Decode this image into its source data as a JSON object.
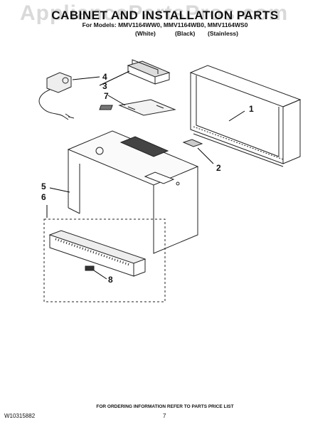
{
  "page": {
    "watermark": "AppliancePartsPros.com",
    "title": "CABINET AND INSTALLATION PARTS",
    "models_line": "For Models: MMV1164WW0, MMV1164WB0, MMV1164WS0",
    "finishes": [
      "(White)",
      "(Black)",
      "(Stainless)"
    ],
    "footer": "FOR ORDERING INFORMATION REFER TO PARTS PRICE LIST",
    "doc_number": "W10315882",
    "page_number": "7"
  },
  "callouts": [
    {
      "id": "1",
      "label": "1"
    },
    {
      "id": "2",
      "label": "2"
    },
    {
      "id": "3",
      "label": "3"
    },
    {
      "id": "4",
      "label": "4"
    },
    {
      "id": "5",
      "label": "5"
    },
    {
      "id": "6",
      "label": "6"
    },
    {
      "id": "7",
      "label": "7"
    },
    {
      "id": "8",
      "label": "8"
    }
  ]
}
